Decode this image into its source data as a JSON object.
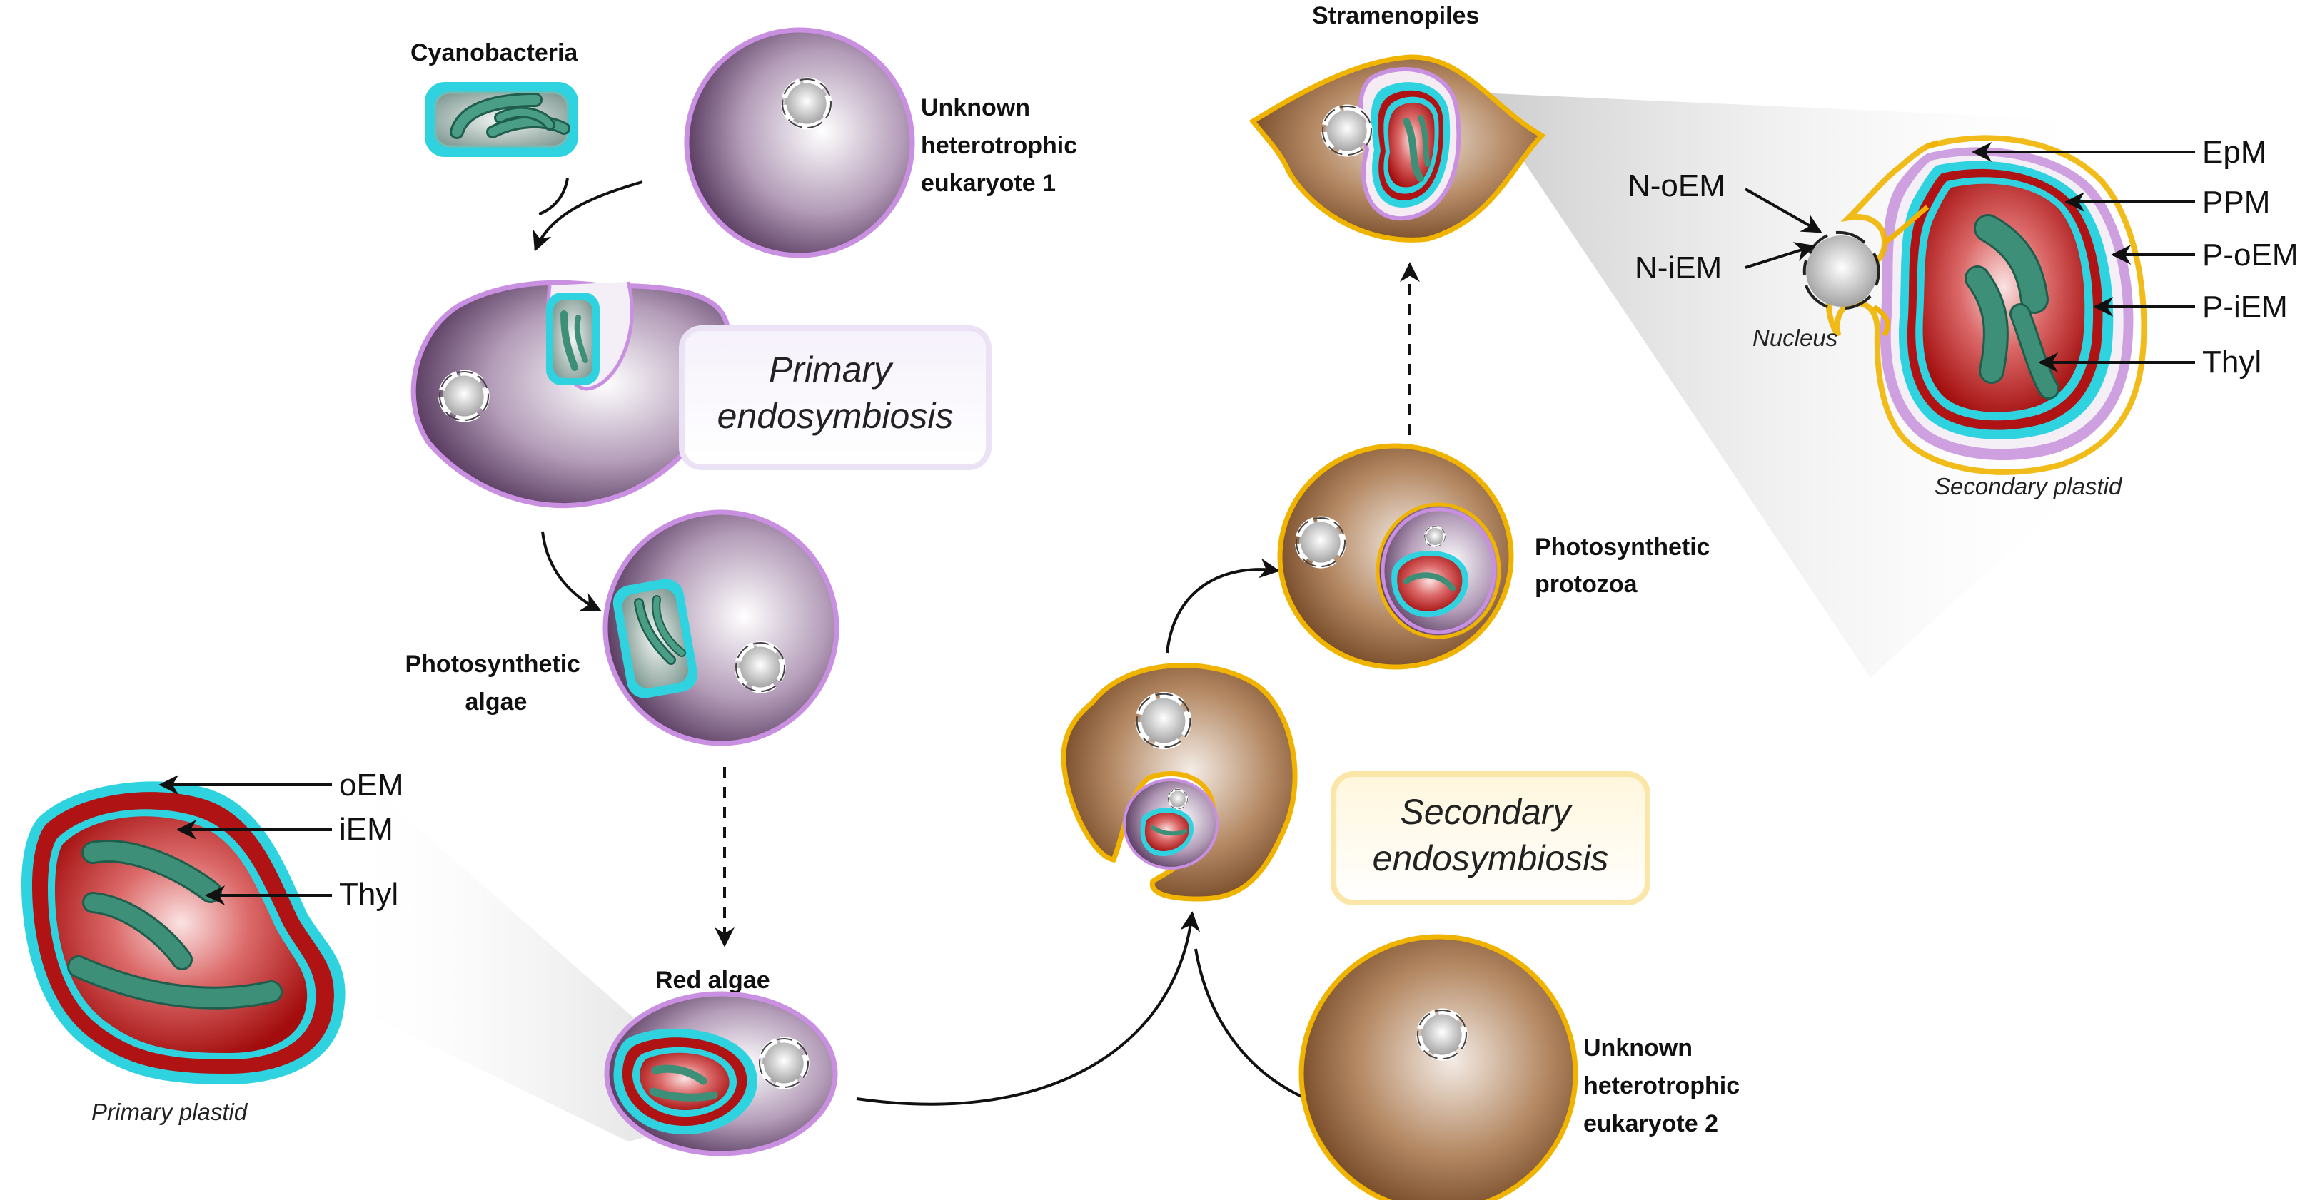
{
  "labels": {
    "cyanobacteria": "Cyanobacteria",
    "heterotroph1": [
      "Unknown",
      "heterotrophic",
      "eukaryote 1"
    ],
    "photosynthetic_algae": [
      "Photosynthetic",
      "algae"
    ],
    "red_algae": "Red algae",
    "heterotroph2": [
      "Unknown",
      "heterotrophic",
      "eukaryote 2"
    ],
    "photosynthetic_protozoa": [
      "Photosynthetic",
      "protozoa"
    ],
    "stramenopiles": "Stramenopiles"
  },
  "process_boxes": {
    "primary": [
      "Primary",
      "endosymbiosis"
    ],
    "secondary": [
      "Secondary",
      "endosymbiosis"
    ]
  },
  "primary_plastid": {
    "caption": "Primary plastid",
    "membranes": [
      "oEM",
      "iEM",
      "Thyl"
    ]
  },
  "secondary_plastid": {
    "caption": "Secondary plastid",
    "nucleus_label": "Nucleus",
    "nucleus_membranes": [
      "N-oEM",
      "N-iEM"
    ],
    "membranes": [
      "EpM",
      "PPM",
      "P-oEM",
      "P-iEM",
      "Thyl"
    ]
  },
  "colors": {
    "primary_host_membrane": "#c98fe0",
    "secondary_host_membrane": "#f0b400",
    "plastid_envelope": "#2fd3e0",
    "plastid_red": "#c41818",
    "thylakoid_green": "#3e8f78"
  }
}
